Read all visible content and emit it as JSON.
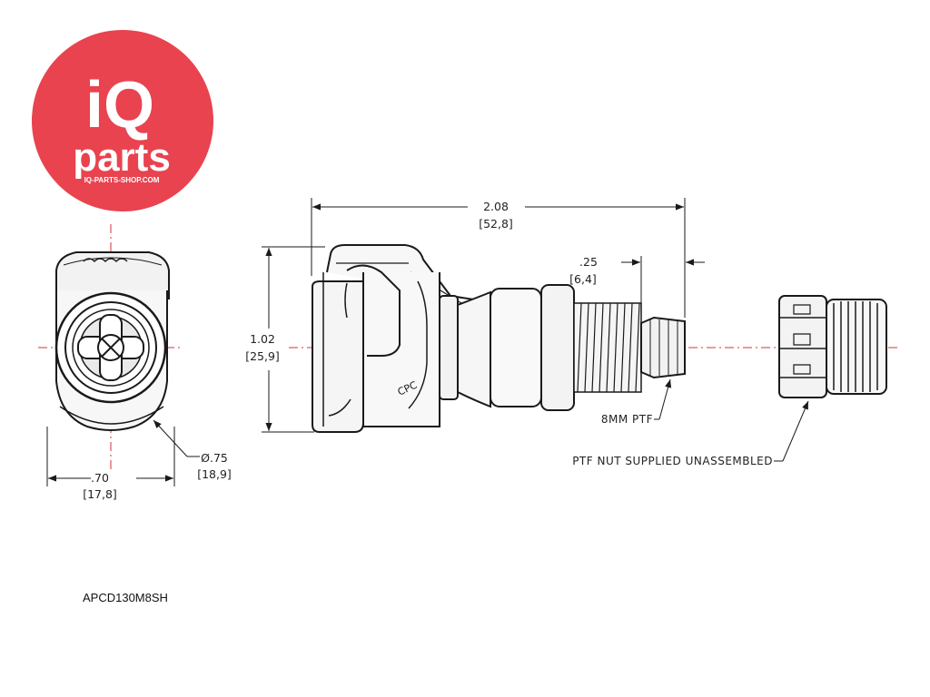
{
  "logo": {
    "brand_main": "iQ",
    "brand_sub": "parts",
    "website": "IQ-PARTS-SHOP.COM",
    "color": "#e8434f"
  },
  "drawing": {
    "overall_length_in": "2.08",
    "overall_length_mm": "[52,8]",
    "height_in": "1.02",
    "height_mm": "[25,9]",
    "tail_length_in": ".25",
    "tail_length_mm": "[6,4]",
    "front_width_in": ".70",
    "front_width_mm": "[17,8]",
    "front_diameter_in": "Ø.75",
    "front_diameter_mm": "[18,9]",
    "callout_thread": "8MM PTF",
    "callout_nut": "PTF NUT SUPPLIED UNASSEMBLED",
    "line_color": "#1a1a1a",
    "center_line_color": "#d6333b"
  },
  "part_number": "APCD130M8SH"
}
